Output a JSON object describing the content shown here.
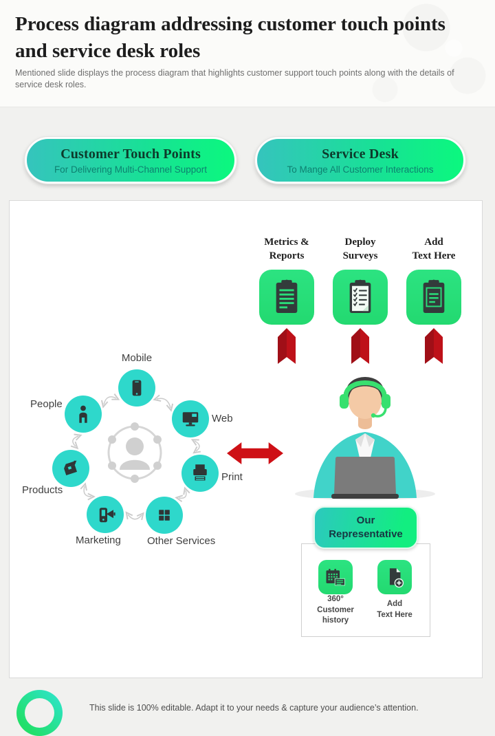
{
  "slide": {
    "title": "Process diagram addressing customer touch points and service desk roles",
    "subtitle": "Mentioned slide displays the process diagram that highlights customer support touch points along with the details of service desk roles.",
    "footer_note": "This slide is 100% editable. Adapt it to your needs & capture your audience’s attention."
  },
  "header_pills": [
    {
      "title": "Customer Touch Points",
      "subtitle": "For Delivering Multi-Channel Support"
    },
    {
      "title": "Service Desk",
      "subtitle": "To Mange All Customer Interactions"
    }
  ],
  "service_desk_columns": [
    {
      "label": "Metrics &\nReports",
      "icon": "clipboard-report-icon"
    },
    {
      "label": "Deploy\nSurveys",
      "icon": "clipboard-checklist-icon"
    },
    {
      "label": "Add\nText Here",
      "icon": "clipboard-notes-icon"
    }
  ],
  "touch_points": {
    "center_icon": "customer-network-icon",
    "items": [
      {
        "label": "Mobile",
        "icon": "smartphone-icon"
      },
      {
        "label": "Web",
        "icon": "desktop-monitor-icon"
      },
      {
        "label": "Print",
        "icon": "printer-icon"
      },
      {
        "label": "Other Services",
        "icon": "grid-icon"
      },
      {
        "label": "Marketing",
        "icon": "mobile-megaphone-icon"
      },
      {
        "label": "Products",
        "icon": "product-box-icon"
      },
      {
        "label": "People",
        "icon": "person-icon"
      }
    ]
  },
  "representative": {
    "button_label": "Our\nRepresentative",
    "items": [
      {
        "label": "360°\nCustomer\nhistory",
        "icon": "calendar-history-icon"
      },
      {
        "label": "Add\nText Here",
        "icon": "document-add-icon"
      }
    ]
  },
  "colors": {
    "accent_green": "#28DE79",
    "accent_teal": "#2ED8CB",
    "pill_gradient_start": "#35C4BD",
    "pill_gradient_end": "#0BF87E",
    "ribbon_red": "#B2121B",
    "arrow_red": "#CE1016"
  }
}
